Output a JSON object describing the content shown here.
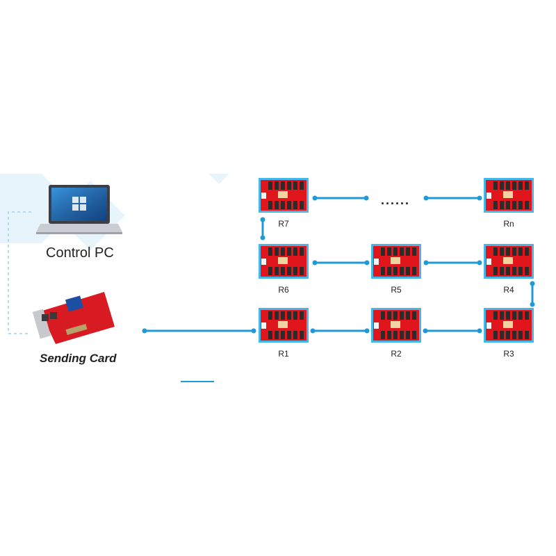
{
  "left": {
    "control_pc": {
      "label": "Control PC"
    },
    "sending_card": {
      "label": "Sending Card"
    }
  },
  "receiving_cards": [
    {
      "id": "R1",
      "label": "R1"
    },
    {
      "id": "R2",
      "label": "R2"
    },
    {
      "id": "R3",
      "label": "R3"
    },
    {
      "id": "R4",
      "label": "R4"
    },
    {
      "id": "R5",
      "label": "R5"
    },
    {
      "id": "R6",
      "label": "R6"
    },
    {
      "id": "R7",
      "label": "R7"
    },
    {
      "id": "Rn",
      "label": "Rn"
    }
  ],
  "connections": [
    [
      "SENDING",
      "R1"
    ],
    [
      "R1",
      "R2"
    ],
    [
      "R2",
      "R3"
    ],
    [
      "R3",
      "R4"
    ],
    [
      "R4",
      "R5"
    ],
    [
      "R5",
      "R6"
    ],
    [
      "R6",
      "R7"
    ],
    [
      "R7",
      "ELLIPSIS"
    ],
    [
      "ELLIPSIS",
      "Rn"
    ]
  ],
  "ellipsis_text": "......",
  "colors": {
    "wire": "#1e9ad6",
    "card_red": "#e0161c",
    "card_frame": "#45b8e8",
    "background_accent": "#e8f4fb"
  }
}
